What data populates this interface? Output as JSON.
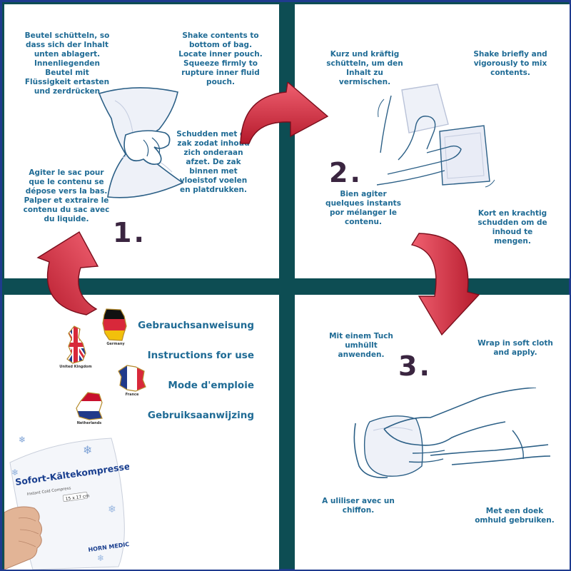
{
  "step1": {
    "number": "1.",
    "de": "Beutel schütteln, so dass sich der Inhalt unten ablagert. Innenliegenden Beutel mit Flüssigkeit ertasten und zerdrücken",
    "en": "Shake contents to bottom of bag. Locate inner pouch. Squeeze firmly to rupture inner fluid pouch.",
    "nl": "Schudden met de zak zodat inhoud zich onderaan afzet. De zak binnen met vloeistof voelen en platdrukken.",
    "fr": "Agiter le sac pour que le contenu se dépose vers la bas. Palper et extraire le contenu du sac avec du liquide."
  },
  "step2": {
    "number": "2.",
    "de": "Kurz und kräftig schütteln, um den Inhalt zu vermischen.",
    "en": "Shake briefly and vigorously to mix contents.",
    "fr": "Bien agiter quelques instants por mélanger le contenu.",
    "nl": "Kort en krachtig schudden om de inhoud te mengen."
  },
  "step3": {
    "number": "3.",
    "de": "Mit einem Tuch umhüllt anwenden.",
    "en": "Wrap in soft cloth and apply.",
    "fr": "A uliliser avec un chiffon.",
    "nl": "Met een doek omhuld gebruiken."
  },
  "instructions": {
    "de": "Gebrauchsanweisung",
    "en": "Instructions for use",
    "fr": "Mode d'emploie",
    "nl": "Gebruiksaanwijzing"
  },
  "flags": {
    "germany": "Germany",
    "united_kingdom": "United Kingdom",
    "france": "France",
    "netherlands": "Netherlands"
  },
  "product": {
    "name": "Sofort-Kältekompresse",
    "subtitle": "Instant Cold Compress",
    "size": "15 x 17 cm",
    "brand": "HORN MEDICAL"
  },
  "colors": {
    "frame": "#0d4d53",
    "border": "#1f3b8e",
    "text": "#1f6b95",
    "number": "#3a2540",
    "arrow": "#d8283a",
    "line_art": "#2b5f86"
  },
  "icons": [
    "curved-arrow-icon",
    "germany-flag-map-icon",
    "uk-flag-map-icon",
    "france-flag-map-icon",
    "netherlands-flag-map-icon",
    "snowflake-icon"
  ]
}
